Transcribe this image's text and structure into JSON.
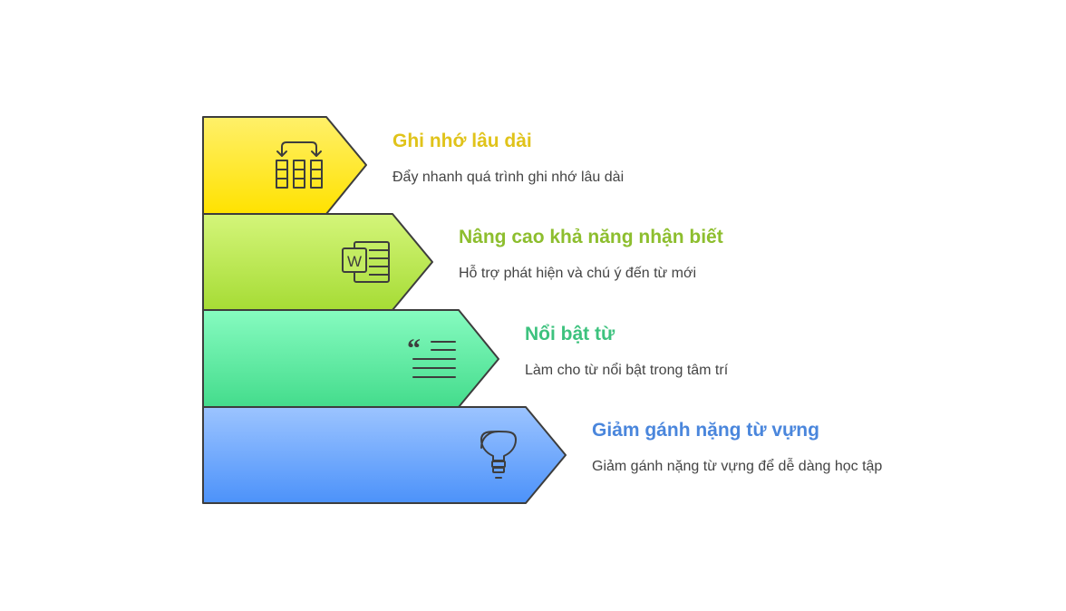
{
  "items": [
    {
      "title": "Ghi nhớ lâu dài",
      "description": "Đẩy nhanh quá trình ghi nhớ lâu dài",
      "icon": "spaced-repetition-grid-icon",
      "title_color": "#E0C31A",
      "fill_top": "#FFF06A",
      "fill_bottom": "#FFE200"
    },
    {
      "title": "Nâng cao khả năng nhận biết",
      "description": "Hỗ trợ phát hiện và chú ý đến từ mới",
      "icon": "word-document-icon",
      "title_color": "#8DBE2E",
      "fill_top": "#D4F57A",
      "fill_bottom": "#A6DC35"
    },
    {
      "title": "Nổi bật từ",
      "description": "Làm cho từ nổi bật trong tâm trí",
      "icon": "quote-text-icon",
      "title_color": "#3DC27E",
      "fill_top": "#86FBC0",
      "fill_bottom": "#44DC8C"
    },
    {
      "title": "Giảm gánh nặng từ vựng",
      "description": "Giảm gánh nặng từ vựng để dễ dàng học tập",
      "icon": "lightbulb-icon",
      "title_color": "#4A86DC",
      "fill_top": "#9CC4FF",
      "fill_bottom": "#4C92FA"
    }
  ]
}
